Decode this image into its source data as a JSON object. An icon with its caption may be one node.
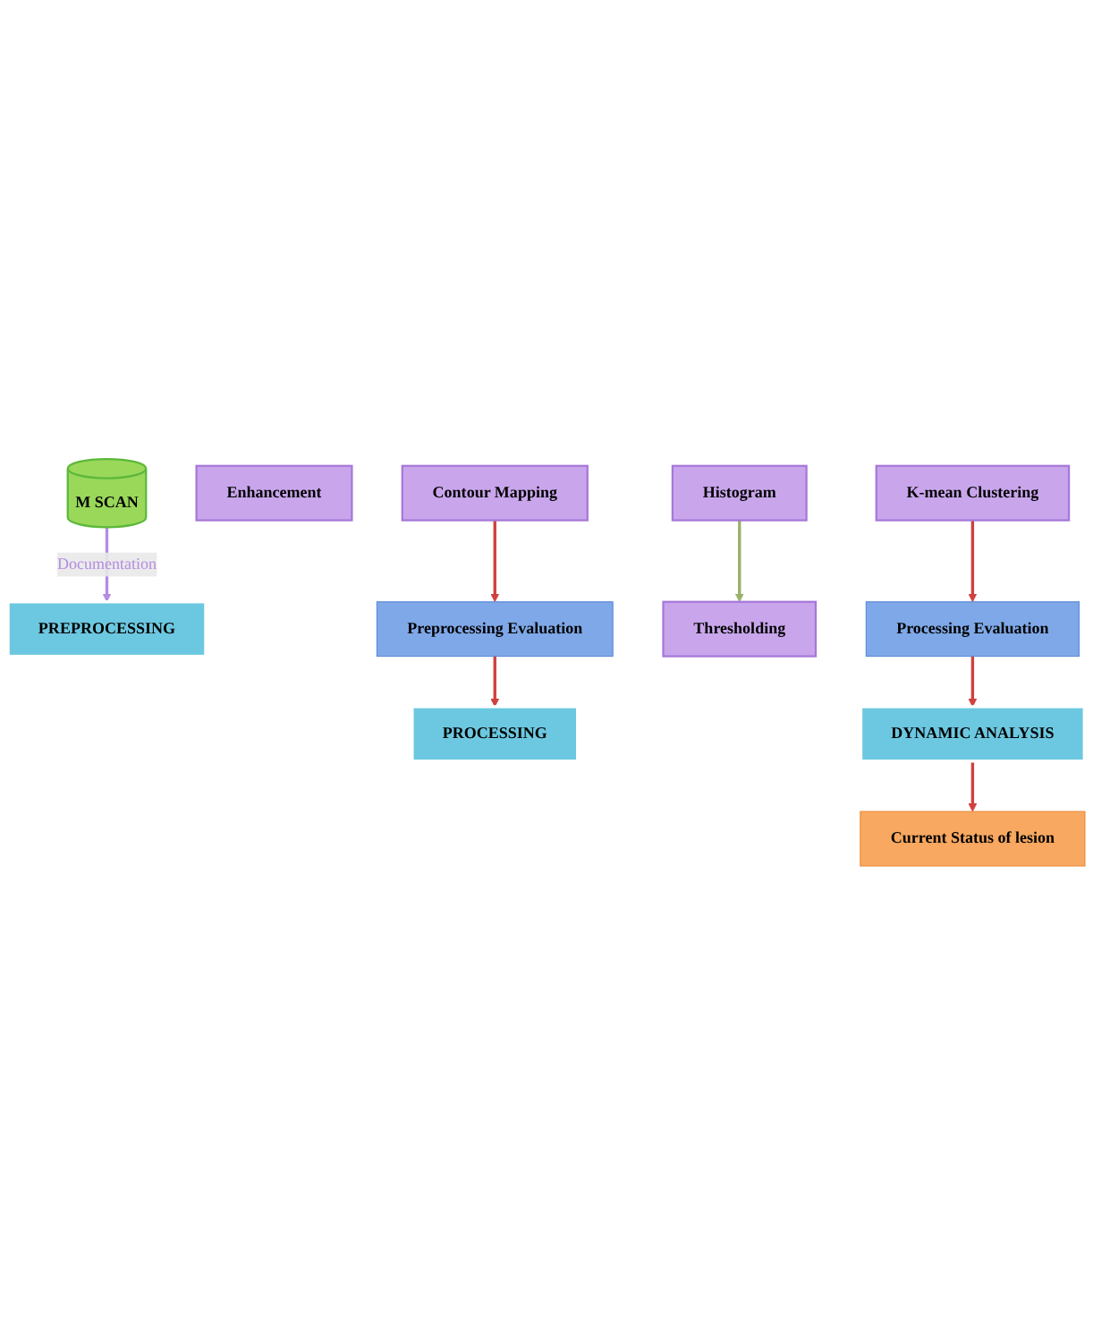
{
  "diagram": {
    "nodes": [
      {
        "text": [
          "PREPROCESSING"
        ]
      },
      {
        "text": [
          "M SCAN"
        ]
      },
      {
        "text": [
          "Enhancement"
        ]
      },
      {
        "text": [
          "Contour Mapping"
        ]
      },
      {
        "text": [
          "Preprocessing Evaluation"
        ]
      },
      {
        "text": [
          "PROCESSING"
        ]
      },
      {
        "text": [
          "Histogram"
        ]
      },
      {
        "text": [
          "Thresholding"
        ]
      },
      {
        "text": [
          "K-mean Clustering"
        ]
      },
      {
        "text": [
          "Processing Evaluation"
        ]
      },
      {
        "text": [
          "DYNAMIC ANALYSIS"
        ]
      },
      {
        "text": [
          "Current Status of lesion"
        ]
      }
    ],
    "edges": [
      {
        "from": 1,
        "to": 0,
        "arrow": "to",
        "label": "Documentation",
        "color": "#b48ce0"
      },
      {
        "from": 3,
        "to": 4,
        "arrow": "to"
      },
      {
        "from": 4,
        "to": 5,
        "arrow": "to"
      },
      {
        "from": 6,
        "to": 7,
        "arrow": "to",
        "color": "#9bb068"
      },
      {
        "from": 8,
        "to": 9,
        "arrow": "to"
      },
      {
        "from": 9,
        "to": 10,
        "arrow": "to"
      },
      {
        "from": 10,
        "to": 11,
        "arrow": "to"
      }
    ]
  }
}
